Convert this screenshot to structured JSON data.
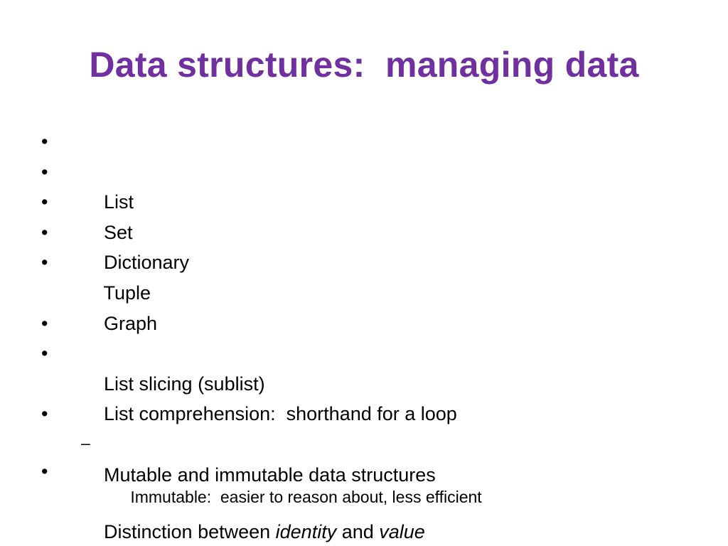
{
  "slide": {
    "title": "Data structures:  managing data",
    "title_color": "#7030a0",
    "bullet_symbol": "•",
    "sub_bullet_symbol": "–",
    "group1": [
      "List",
      "Set",
      "Dictionary",
      "Tuple",
      "Graph"
    ],
    "group2": [
      "List slicing (sublist)",
      "List comprehension:  shorthand for a loop"
    ],
    "group3": {
      "mutable": "Mutable and immutable data structures",
      "immutable_sub": "Immutable:  easier to reason about, less efficient",
      "distinction_prefix": "Distinction between ",
      "identity": "identity",
      "and_word": " and ",
      "value": "value"
    }
  }
}
